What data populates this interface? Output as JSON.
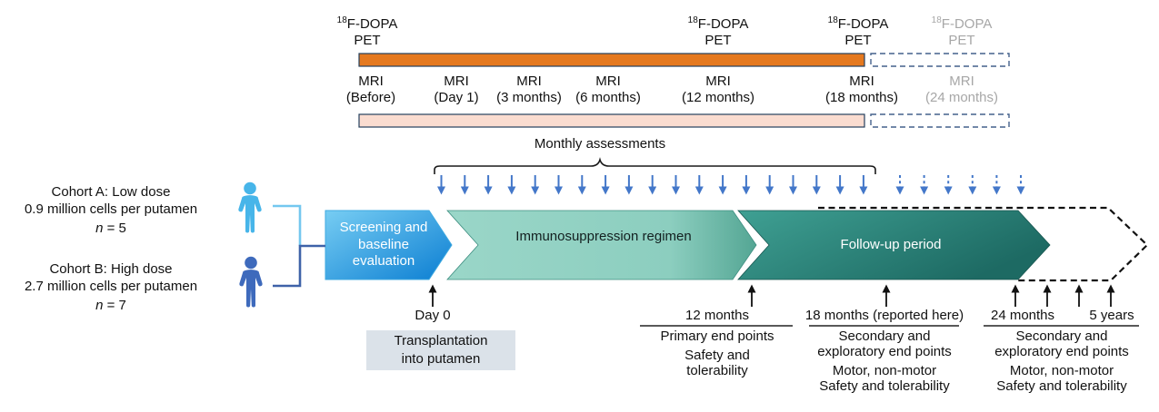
{
  "top_timeline": {
    "pet_labels": [
      {
        "sup": "18",
        "name": "F-DOPA",
        "line2": "PET",
        "muted": false
      },
      {
        "sup": "18",
        "name": "F-DOPA",
        "line2": "PET",
        "muted": false
      },
      {
        "sup": "18",
        "name": "F-DOPA",
        "line2": "PET",
        "muted": false
      },
      {
        "sup": "18",
        "name": "F-DOPA",
        "line2": "PET",
        "muted": true
      }
    ],
    "mri_labels": [
      {
        "name": "MRI",
        "time": "(Before)",
        "muted": false
      },
      {
        "name": "MRI",
        "time": "(Day 1)",
        "muted": false
      },
      {
        "name": "MRI",
        "time": "(3 months)",
        "muted": false
      },
      {
        "name": "MRI",
        "time": "(6 months)",
        "muted": false
      },
      {
        "name": "MRI",
        "time": "(12 months)",
        "muted": false
      },
      {
        "name": "MRI",
        "time": "(18 months)",
        "muted": false
      },
      {
        "name": "MRI",
        "time": "(24 months)",
        "muted": true
      }
    ]
  },
  "monthly": {
    "label": "Monthly assessments",
    "solid_arrow_count": 19,
    "dashed_arrow_count": 6
  },
  "cohorts": [
    {
      "title": "Cohort A: Low dose",
      "cells": "0.9 million cells per putamen",
      "n_var": "n",
      "n_rest": " = 5"
    },
    {
      "title": "Cohort B: High dose",
      "cells": "2.7 million cells per putamen",
      "n_var": "n",
      "n_rest": " = 7"
    }
  ],
  "phases": [
    {
      "label": "Screening and baseline evaluation"
    },
    {
      "label": "Immunosuppression regimen"
    },
    {
      "label": "Follow-up period"
    }
  ],
  "milestones": [
    {
      "time": "Day 0",
      "box": "Transplantation into putamen"
    },
    {
      "time": "12 months",
      "lines": [
        "Primary end points",
        "Safety and tolerability"
      ]
    },
    {
      "time": "18 months (reported here)",
      "lines": [
        "Secondary and exploratory end points",
        "Motor, non-motor",
        "Safety and tolerability"
      ]
    },
    {
      "time_a": "24 months",
      "time_b": "5 years",
      "lines": [
        "Secondary and exploratory end points",
        "Motor, non-motor",
        "Safety and tolerability"
      ]
    }
  ],
  "colors": {
    "pet_bar": "#e5791f",
    "mri_bar": "#fadcd0",
    "bar_border": "#24405e",
    "dashed_border": "#44618c",
    "monthly_arrow_blue": "#4377c9",
    "phase_screening_start": "#77cdf3",
    "phase_screening_end": "#0b7ed2",
    "phase_immuno": "#8ccebf",
    "phase_followup_start": "#3fa093",
    "phase_followup_end": "#1d6a63",
    "cohort_a_icon": "#47b5e9",
    "cohort_b_icon": "#3e6abc",
    "gray_box_bg": "#dbe2e9",
    "muted_text": "#a7a7a7"
  }
}
